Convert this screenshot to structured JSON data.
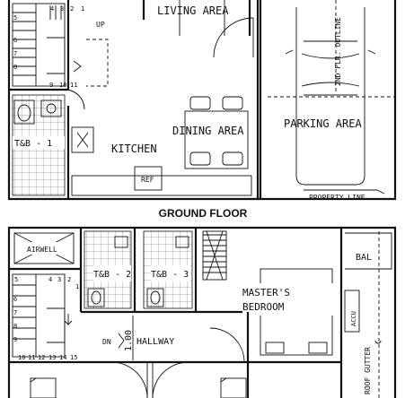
{
  "ground_floor": {
    "title": "GROUND FLOOR",
    "rooms": {
      "living": "LIVING AREA",
      "dining": "DINING AREA",
      "kitchen": "KITCHEN",
      "parking": "PARKING AREA",
      "tb1": "T&B - 1",
      "ref": "REF"
    },
    "notes": {
      "up": "UP",
      "second_flr_outline": "2ND FLR. OUTLINE",
      "property_line": "PROPERTY LINE"
    },
    "stair_numbers": [
      "4",
      "3",
      "2",
      "1",
      "5",
      "6",
      "7",
      "8",
      "9",
      "10",
      "11"
    ]
  },
  "second_floor": {
    "rooms": {
      "airwell": "AIRWELL",
      "tb2": "T&B - 2",
      "tb3": "T&B - 3",
      "master": "MASTER'S",
      "master2": "BEDROOM",
      "hallway": "HALLWAY",
      "balcony": "BAL"
    },
    "notes": {
      "dn": "DN",
      "dimension": "1.00",
      "roof_gutter": "ROOF GUTTER",
      "acu": "ACCU"
    },
    "stair_numbers": [
      "5",
      "4",
      "3",
      "2",
      "1",
      "6",
      "7",
      "8",
      "9",
      "10",
      "11",
      "12",
      "13",
      "14",
      "15"
    ]
  }
}
